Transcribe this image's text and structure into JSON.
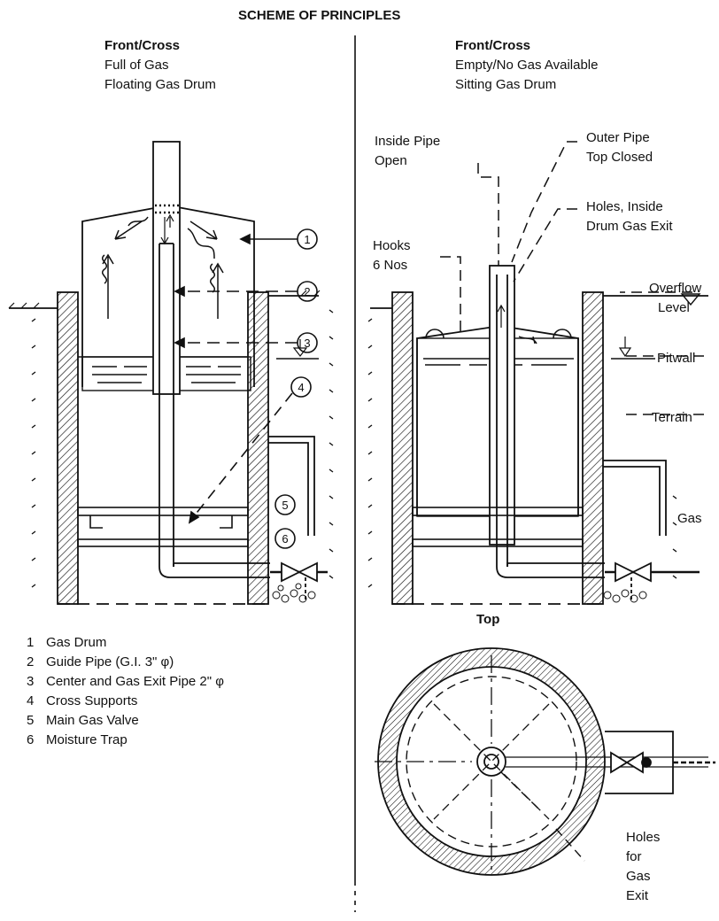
{
  "title": "SCHEME OF PRINCIPLES",
  "left_panel": {
    "heading": "Front/Cross",
    "line1": "Full of Gas",
    "line2": "Floating Gas Drum"
  },
  "right_panel": {
    "heading": "Front/Cross",
    "line1": "Empty/No Gas Available",
    "line2": "Sitting Gas Drum"
  },
  "top_view": {
    "heading": "Top"
  },
  "callout_numbers": [
    "1",
    "2",
    "3",
    "4",
    "5",
    "6"
  ],
  "labels": {
    "inside_pipe_1": "Inside Pipe",
    "inside_pipe_2": "Open",
    "outer_pipe_1": "Outer Pipe",
    "outer_pipe_2": "Top Closed",
    "holes_1": "Holes, Inside",
    "holes_2": "Drum Gas Exit",
    "hooks_1": "Hooks",
    "hooks_2": "6 Nos",
    "overflow_1": "Overflow",
    "overflow_2": "Level",
    "pitwall": "Pitwall",
    "terrain": "Terrain",
    "gas": "Gas",
    "holes_for_1": "Holes",
    "holes_for_2": "for",
    "holes_for_3": "Gas",
    "holes_for_4": "Exit"
  },
  "legend": [
    {
      "num": "1",
      "text": "Gas Drum"
    },
    {
      "num": "2",
      "text": "Guide Pipe (G.I. 3\" φ)"
    },
    {
      "num": "3",
      "text": "Center and Gas Exit Pipe 2\" φ"
    },
    {
      "num": "4",
      "text": "Cross Supports"
    },
    {
      "num": "5",
      "text": "Main Gas Valve"
    },
    {
      "num": "6",
      "text": "Moisture Trap"
    }
  ]
}
